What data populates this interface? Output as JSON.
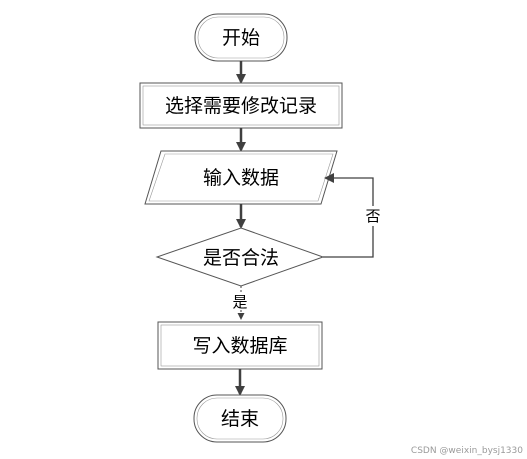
{
  "flow": {
    "start": "开始",
    "select": "选择需要修改记录",
    "input": "输入数据",
    "decision": "是否合法",
    "yes": "是",
    "no": "否",
    "write": "写入数据库",
    "end": "结束"
  },
  "watermark": "CSDN @weixin_bysj1330",
  "colors": {
    "stroke": "#555555",
    "arrow": "#404040",
    "background": "#ffffff"
  }
}
